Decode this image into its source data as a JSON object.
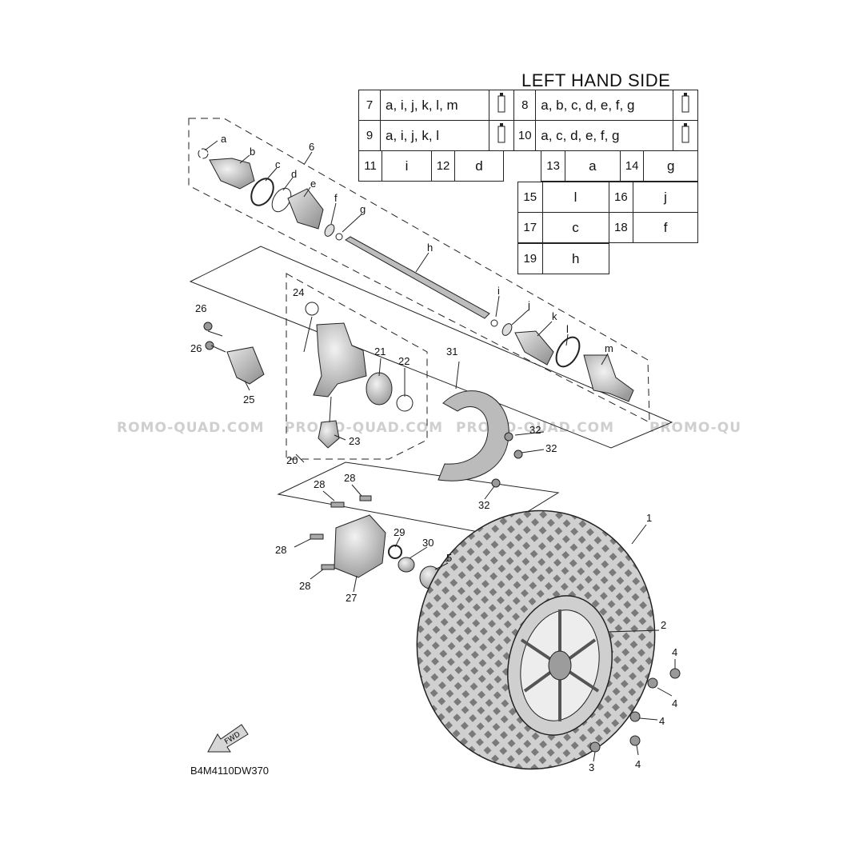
{
  "header": {
    "title": "LEFT HAND SIDE"
  },
  "legend": {
    "top_rows": [
      {
        "left_num": "7",
        "left_codes": "a, i, j, k, l, m",
        "right_num": "8",
        "right_codes": "a, b, c, d, e, f, g"
      },
      {
        "left_num": "9",
        "left_codes": "a, i, j, k, l",
        "right_num": "10",
        "right_codes": "a, c, d, e, f, g"
      }
    ],
    "row3": {
      "n11": "11",
      "v11": "i",
      "n12": "12",
      "v12": "d",
      "n13": "13",
      "v13": "a",
      "n14": "14",
      "v14": "g"
    },
    "right_rows": [
      {
        "n1": "15",
        "v1": "l",
        "n2": "16",
        "v2": "j"
      },
      {
        "n1": "17",
        "v1": "c",
        "n2": "18",
        "v2": "f"
      }
    ],
    "last": {
      "n": "19",
      "v": "h"
    }
  },
  "callouts": {
    "a": "a",
    "b": "b",
    "c": "c",
    "d": "d",
    "e": "e",
    "f": "f",
    "g": "g",
    "h": "h",
    "i": "i",
    "j": "j",
    "k": "k",
    "l": "l",
    "m": "m",
    "n1": "1",
    "n2": "2",
    "n3": "3",
    "n4": "4",
    "n5": "5",
    "n6": "6",
    "n20": "20",
    "n21": "21",
    "n22": "22",
    "n23": "23",
    "n24": "24",
    "n25": "25",
    "n26": "26",
    "n27": "27",
    "n28": "28",
    "n29": "29",
    "n30": "30",
    "n31": "31",
    "n32": "32"
  },
  "watermark": "ROMO-QUAD.COM",
  "watermark2": "PROMO-QUAD.COM",
  "watermark3": "PROMO-QUAD.COM",
  "watermark4": "PROMO-QU",
  "footer": {
    "diagram_code": "B4M4110DW370",
    "fwd_label": "FWD"
  }
}
